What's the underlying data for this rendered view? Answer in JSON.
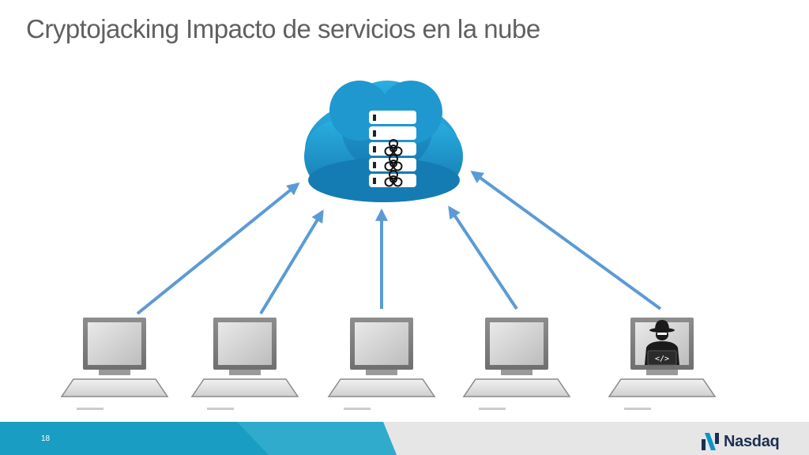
{
  "slide": {
    "title": "Cryptojacking Impacto de servicios en la nube",
    "slide_number": "18"
  },
  "brand": {
    "logo_text": "Nasdaq",
    "logo_color": "#1c2f52",
    "logo_mark_color": "#0996c7"
  },
  "diagram": {
    "cloud": {
      "color": "#1b90c8",
      "server_units": 5,
      "infected_units": 3
    },
    "infection_icon": "biohazard-icon",
    "computers": [
      {
        "id": "computer-1",
        "role": "victim"
      },
      {
        "id": "computer-2",
        "role": "victim"
      },
      {
        "id": "computer-3",
        "role": "victim"
      },
      {
        "id": "computer-4",
        "role": "victim"
      },
      {
        "id": "computer-5",
        "role": "attacker",
        "screen_text": "</>"
      }
    ],
    "arrow_color": "#5b9bd5"
  },
  "colors": {
    "footer_teal": "#1a9dc2",
    "footer_gray": "#d9d9d9",
    "title_gray": "#5f6062"
  }
}
